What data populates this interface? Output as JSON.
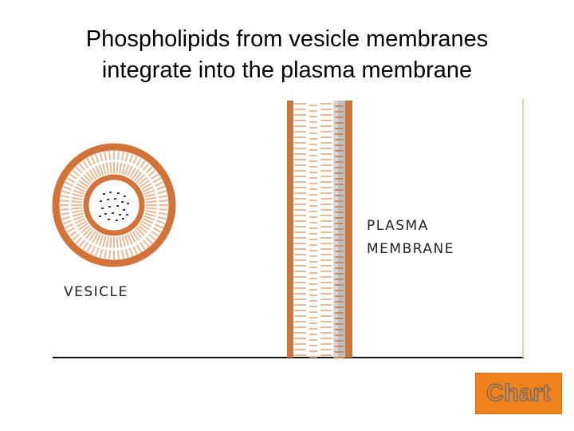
{
  "slide": {
    "title_line1": "Phospholipids from vesicle membranes",
    "title_line2": "integrate into the plasma membrane"
  },
  "diagram": {
    "vesicle_label": "VESICLE",
    "plasma_label_line1": "PLASMA",
    "plasma_label_line2": "MEMBRANE"
  },
  "nav": {
    "chart_button_label": "Chart"
  },
  "colors": {
    "lipid_head": "#d2733a",
    "lipid_tail": "#e9b994",
    "membrane_shade": "#b7b7b7",
    "cargo": "#3a2a9a",
    "chart_button": "#f0821e"
  }
}
